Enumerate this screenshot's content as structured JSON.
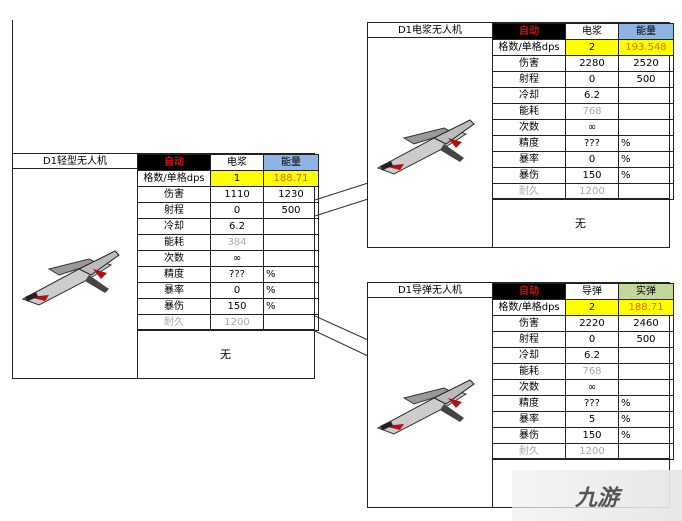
{
  "headers": {
    "auto": "自动"
  },
  "row_labels": [
    "格数/单格dps",
    "伤害",
    "射程",
    "冷却",
    "能耗",
    "次数",
    "精度",
    "暴率",
    "暴伤",
    "耐久"
  ],
  "cards": [
    {
      "name": "D1轻型无人机",
      "col1": "电浆",
      "col2": "能量",
      "col2_color": "#8eb4e3",
      "rows": [
        [
          "1",
          "188.71"
        ],
        [
          "1110",
          "1230"
        ],
        [
          "0",
          "500"
        ],
        [
          "6.2",
          ""
        ],
        [
          "384",
          ""
        ],
        [
          "∞",
          ""
        ],
        [
          "???",
          "%"
        ],
        [
          "0",
          "%"
        ],
        [
          "150",
          "%"
        ],
        [
          "1200",
          ""
        ]
      ],
      "footer": "无"
    },
    {
      "name": "D1电浆无人机",
      "col1": "电浆",
      "col2": "能量",
      "col2_color": "#8eb4e3",
      "rows": [
        [
          "2",
          "193.548"
        ],
        [
          "2280",
          "2520"
        ],
        [
          "0",
          "500"
        ],
        [
          "6.2",
          ""
        ],
        [
          "768",
          ""
        ],
        [
          "∞",
          ""
        ],
        [
          "???",
          "%"
        ],
        [
          "0",
          "%"
        ],
        [
          "150",
          "%"
        ],
        [
          "1200",
          ""
        ]
      ],
      "footer": "无"
    },
    {
      "name": "D1导弹无人机",
      "col1": "导弹",
      "col2": "实弹",
      "col2_color": "#c4d79b",
      "rows": [
        [
          "2",
          "188.71"
        ],
        [
          "2220",
          "2460"
        ],
        [
          "0",
          "500"
        ],
        [
          "6.2",
          ""
        ],
        [
          "768",
          ""
        ],
        [
          "∞",
          ""
        ],
        [
          "???",
          "%"
        ],
        [
          "5",
          "%"
        ],
        [
          "150",
          "%"
        ],
        [
          "1200",
          ""
        ]
      ],
      "footer": ""
    }
  ],
  "watermark": "九游"
}
